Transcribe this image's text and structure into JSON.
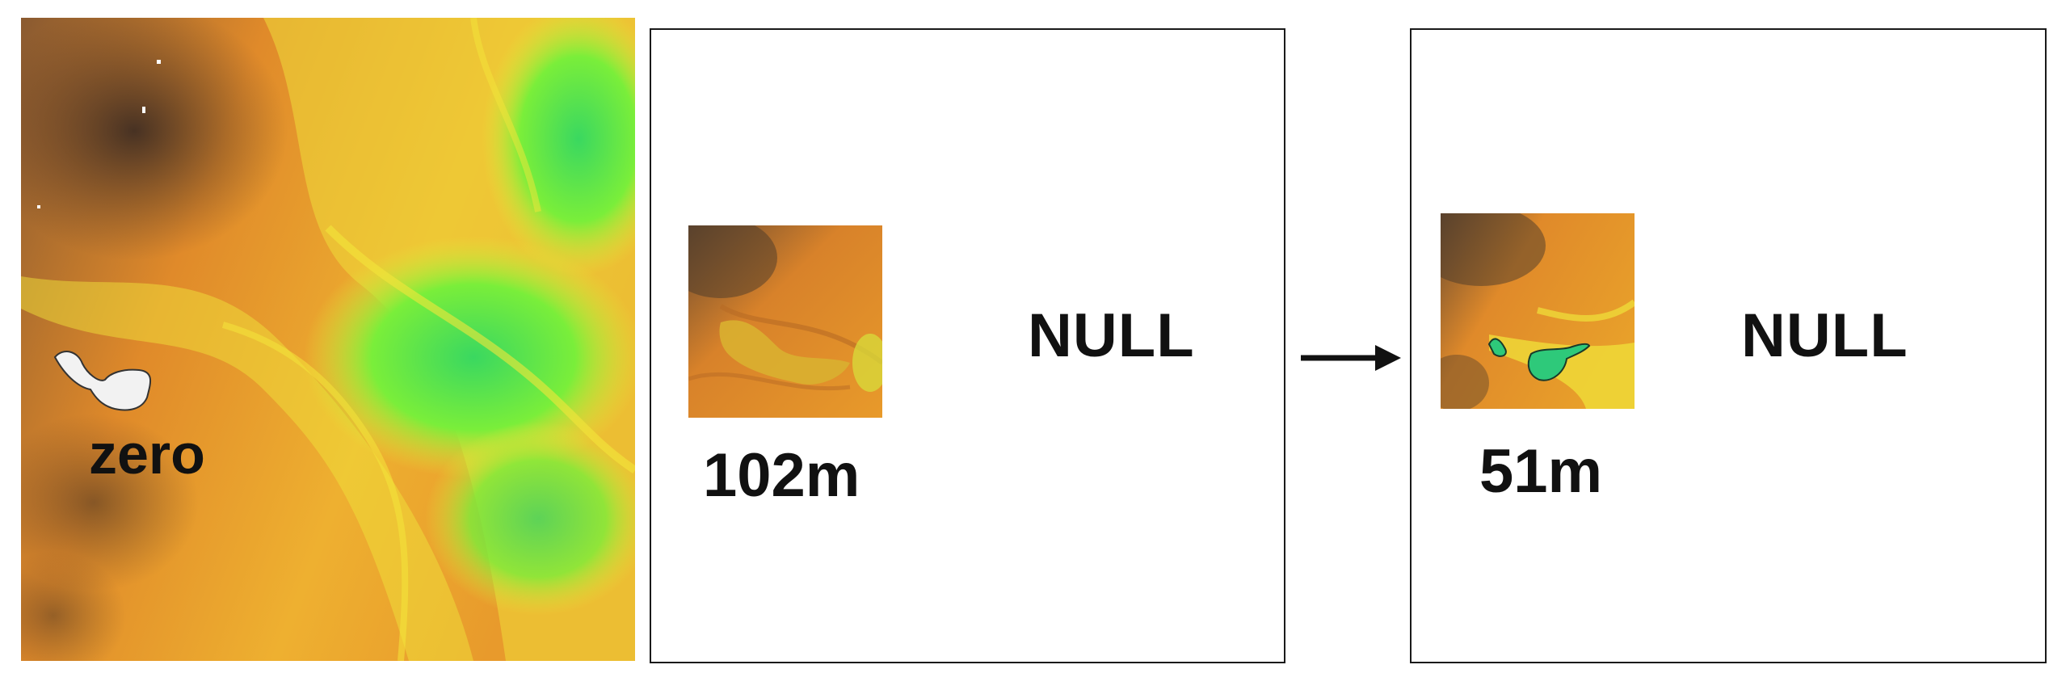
{
  "labels": {
    "zero": "zero",
    "null_left": "NULL",
    "resolution_left": "102m",
    "null_right": "NULL",
    "resolution_right": "51m"
  },
  "colors": {
    "terrain_high": "#4a3a2a",
    "terrain_mid": "#e08a2a",
    "terrain_low": "#f4e43a",
    "valley": "#5ee83a",
    "zero_area": "#f2f2f2",
    "filled_102m": "#d9b030",
    "filled_51m": "#2ec97a",
    "arrow": "#111111"
  },
  "icons": {
    "arrow": "right-arrow-icon"
  }
}
